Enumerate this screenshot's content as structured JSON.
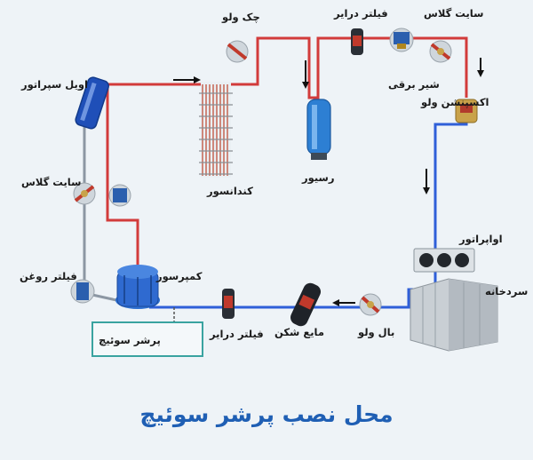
{
  "labels": {
    "check_valve": "چک ولو",
    "filter_dryer_top": "فیلتر درایر",
    "sight_glass_top": "سایت گلاس",
    "solenoid_valve": "شیر برقی",
    "expansion_valve": "اکسپنشن ولو",
    "oil_separator": "اویل سپراتور",
    "condenser": "کندانسور",
    "receiver": "رسیور",
    "sight_glass_left": "سایت گلاس",
    "oil_filter": "فیلتر روغن",
    "compressor": "کمپرسور",
    "evaporator": "اواپراتور",
    "cold_room": "سردخانه",
    "filter_dryer_bottom": "فیلتر درایر",
    "accumulator": "مایع شکن",
    "ball_valve": "بال ولو",
    "pressure_switch": "پرشر سوئیچ"
  },
  "title": "محل نصب پرشر سوئیچ",
  "colors": {
    "high_pressure_line": "#d23b3b",
    "low_pressure_line": "#2f5fd8",
    "oil_line": "#8c97a3",
    "title_text": "#1f5fb4",
    "highlight_box": "#3aa3a0"
  }
}
